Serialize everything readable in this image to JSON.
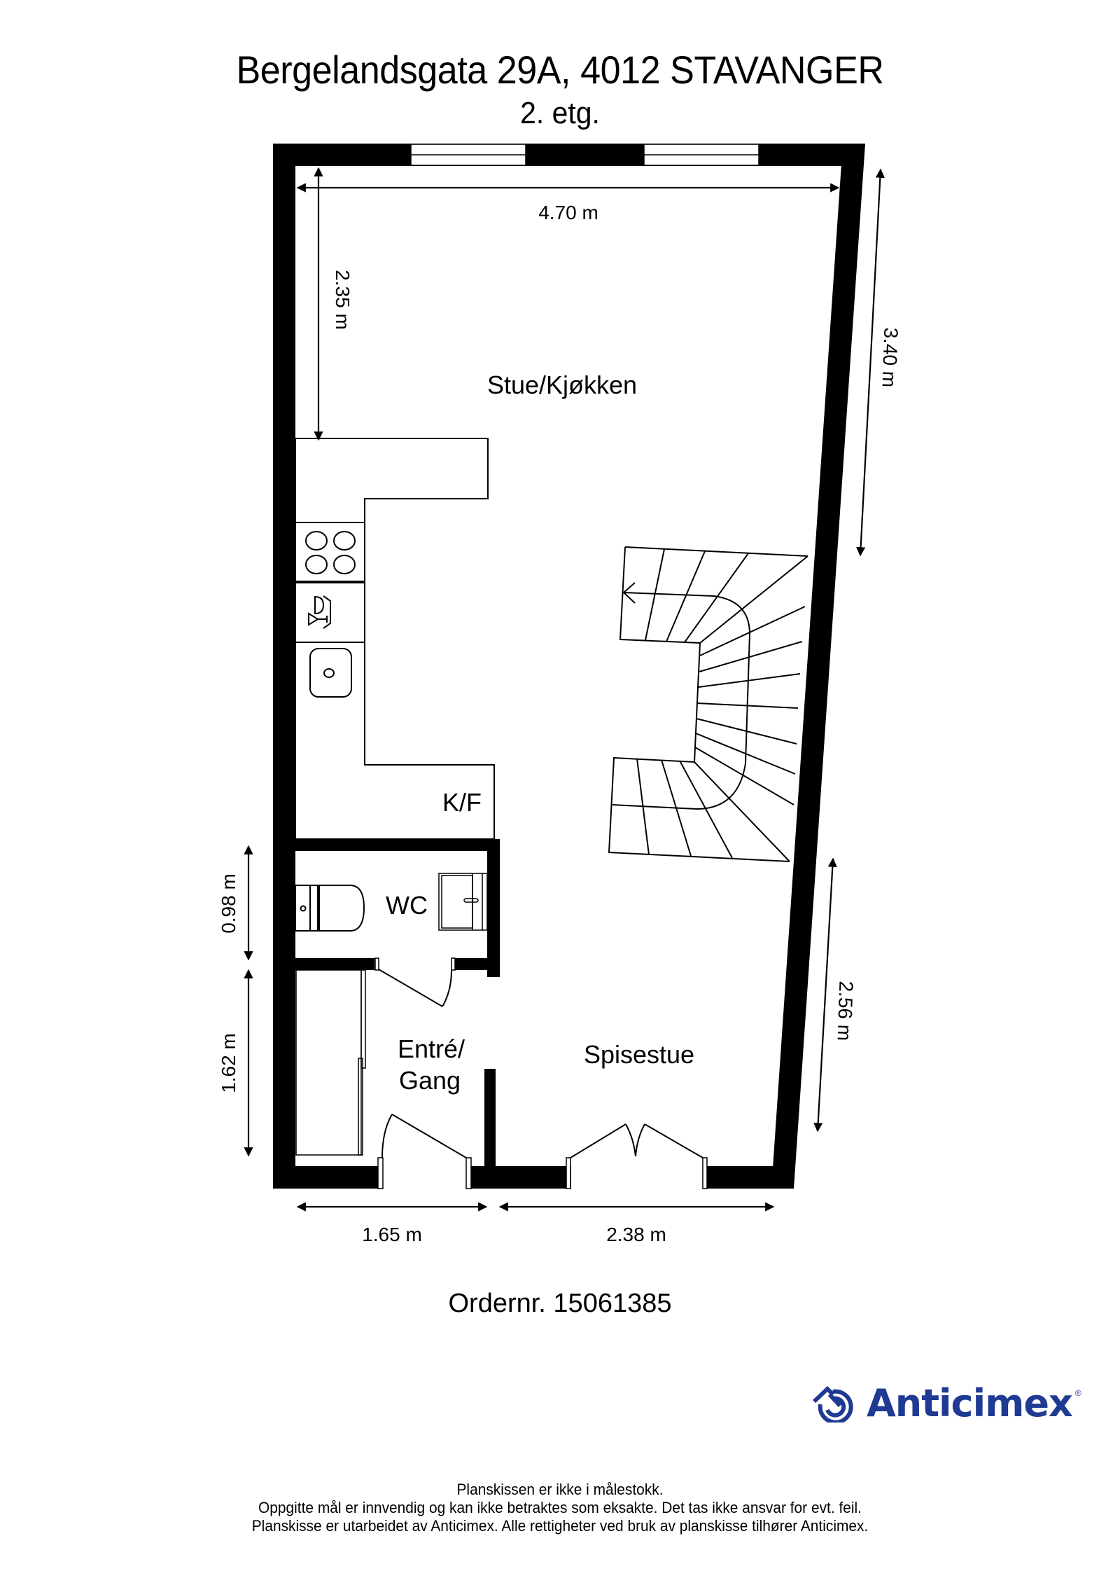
{
  "header": {
    "address": "Bergelandsgata 29A, 4012 STAVANGER",
    "floor": "2. etg."
  },
  "rooms": {
    "stue_kjokken": "Stue/Kjøkken",
    "kf": "K/F",
    "wc": "WC",
    "entre_line1": "Entré/",
    "entre_line2": "Gang",
    "spisestue": "Spisestue"
  },
  "dimensions": {
    "top_width": "4.70 m",
    "left_top_height": "2.35 m",
    "right_top_height": "3.40 m",
    "wc_height": "0.98 m",
    "entre_height": "1.62 m",
    "right_bottom_height": "2.56 m",
    "bottom_left_width": "1.65 m",
    "bottom_right_width": "2.38 m"
  },
  "order": {
    "label": "Ordernr. 15061385"
  },
  "brand": {
    "name": "Anticimex",
    "registered": "®",
    "color": "#1f3a93"
  },
  "disclaimer": {
    "line1": "Planskissen er ikke i målestokk.",
    "line2": "Oppgitte mål er innvendig og kan ikke betraktes som eksakte. Det tas ikke ansvar for evt. feil.",
    "line3": "Planskisse er utarbeidet av Anticimex. Alle rettigheter ved bruk av planskisse tilhører Anticimex."
  }
}
